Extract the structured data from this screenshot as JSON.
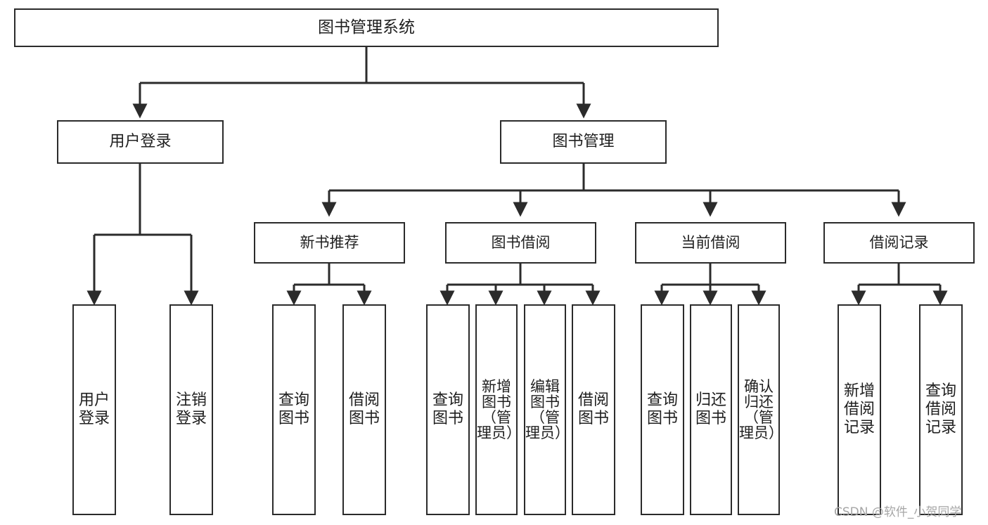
{
  "diagram": {
    "title": "图书管理系统",
    "type": "tree-hierarchy",
    "root": {
      "label": "图书管理系统"
    },
    "level2": [
      {
        "label": "用户登录"
      },
      {
        "label": "图书管理"
      }
    ],
    "level3": [
      {
        "label": "新书推荐"
      },
      {
        "label": "图书借阅"
      },
      {
        "label": "当前借阅"
      },
      {
        "label": "借阅记录"
      }
    ],
    "leaves": {
      "user_login": [
        {
          "label": "用户登录"
        },
        {
          "label": "注销登录"
        }
      ],
      "new_book_recommend": [
        {
          "label": "查询图书"
        },
        {
          "label": "借阅图书"
        }
      ],
      "book_borrow": [
        {
          "label": "查询图书"
        },
        {
          "label": "新增图书（管理员）"
        },
        {
          "label": "编辑图书（管理员）"
        },
        {
          "label": "借阅图书"
        }
      ],
      "current_borrow": [
        {
          "label": "查询图书"
        },
        {
          "label": "归还图书"
        },
        {
          "label": "确认归还（管理员）"
        }
      ],
      "borrow_record": [
        {
          "label": "新增借阅记录"
        },
        {
          "label": "查询借阅记录"
        }
      ]
    }
  },
  "watermark": {
    "text": "CSDN @软件_小贺同学"
  },
  "colors": {
    "stroke": "#2b2b2b",
    "box_fill": "#ffffff",
    "text": "#1f1f1f",
    "watermark": "#a6a6a6",
    "canvas": "#ffffff"
  }
}
